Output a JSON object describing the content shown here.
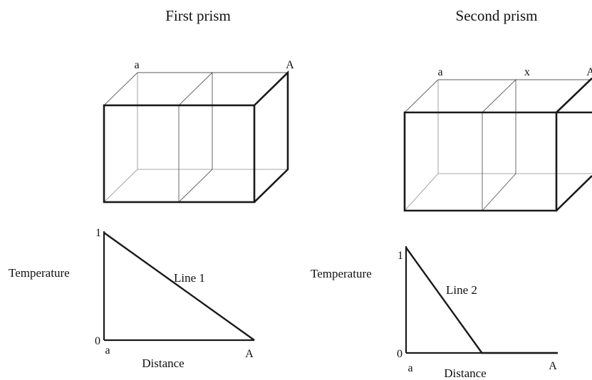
{
  "figure": {
    "left_panel": {
      "title": "First prism",
      "corner_a": "a",
      "corner_A": "A",
      "graph": {
        "ylabel": "Temperature",
        "xlabel": "Distance",
        "tick_top": "1",
        "tick_bottom": "0",
        "x_start": "a",
        "x_end": "A",
        "line_label": "Line 1"
      }
    },
    "right_panel": {
      "title": "Second prism",
      "corner_a": "a",
      "corner_x": "x",
      "corner_A": "A",
      "graph": {
        "ylabel": "Temperature",
        "xlabel": "Distance",
        "tick_top": "1",
        "tick_bottom": "0",
        "x_start": "a",
        "x_end": "A",
        "line_label": "Line 2"
      }
    }
  },
  "chart_data": [
    {
      "type": "line",
      "xlabel": "Distance",
      "ylabel": "Temperature",
      "x_categories": [
        "a",
        "A"
      ],
      "ylim": [
        0,
        1
      ],
      "series": [
        {
          "name": "Line 1",
          "points": [
            [
              0,
              1
            ],
            [
              1,
              0
            ]
          ]
        }
      ]
    },
    {
      "type": "line",
      "xlabel": "Distance",
      "ylabel": "Temperature",
      "x_categories": [
        "a",
        "A"
      ],
      "ylim": [
        0,
        1
      ],
      "series": [
        {
          "name": "Line 2",
          "points": [
            [
              0,
              1
            ],
            [
              0.5,
              0
            ],
            [
              1,
              0
            ]
          ]
        }
      ]
    }
  ]
}
